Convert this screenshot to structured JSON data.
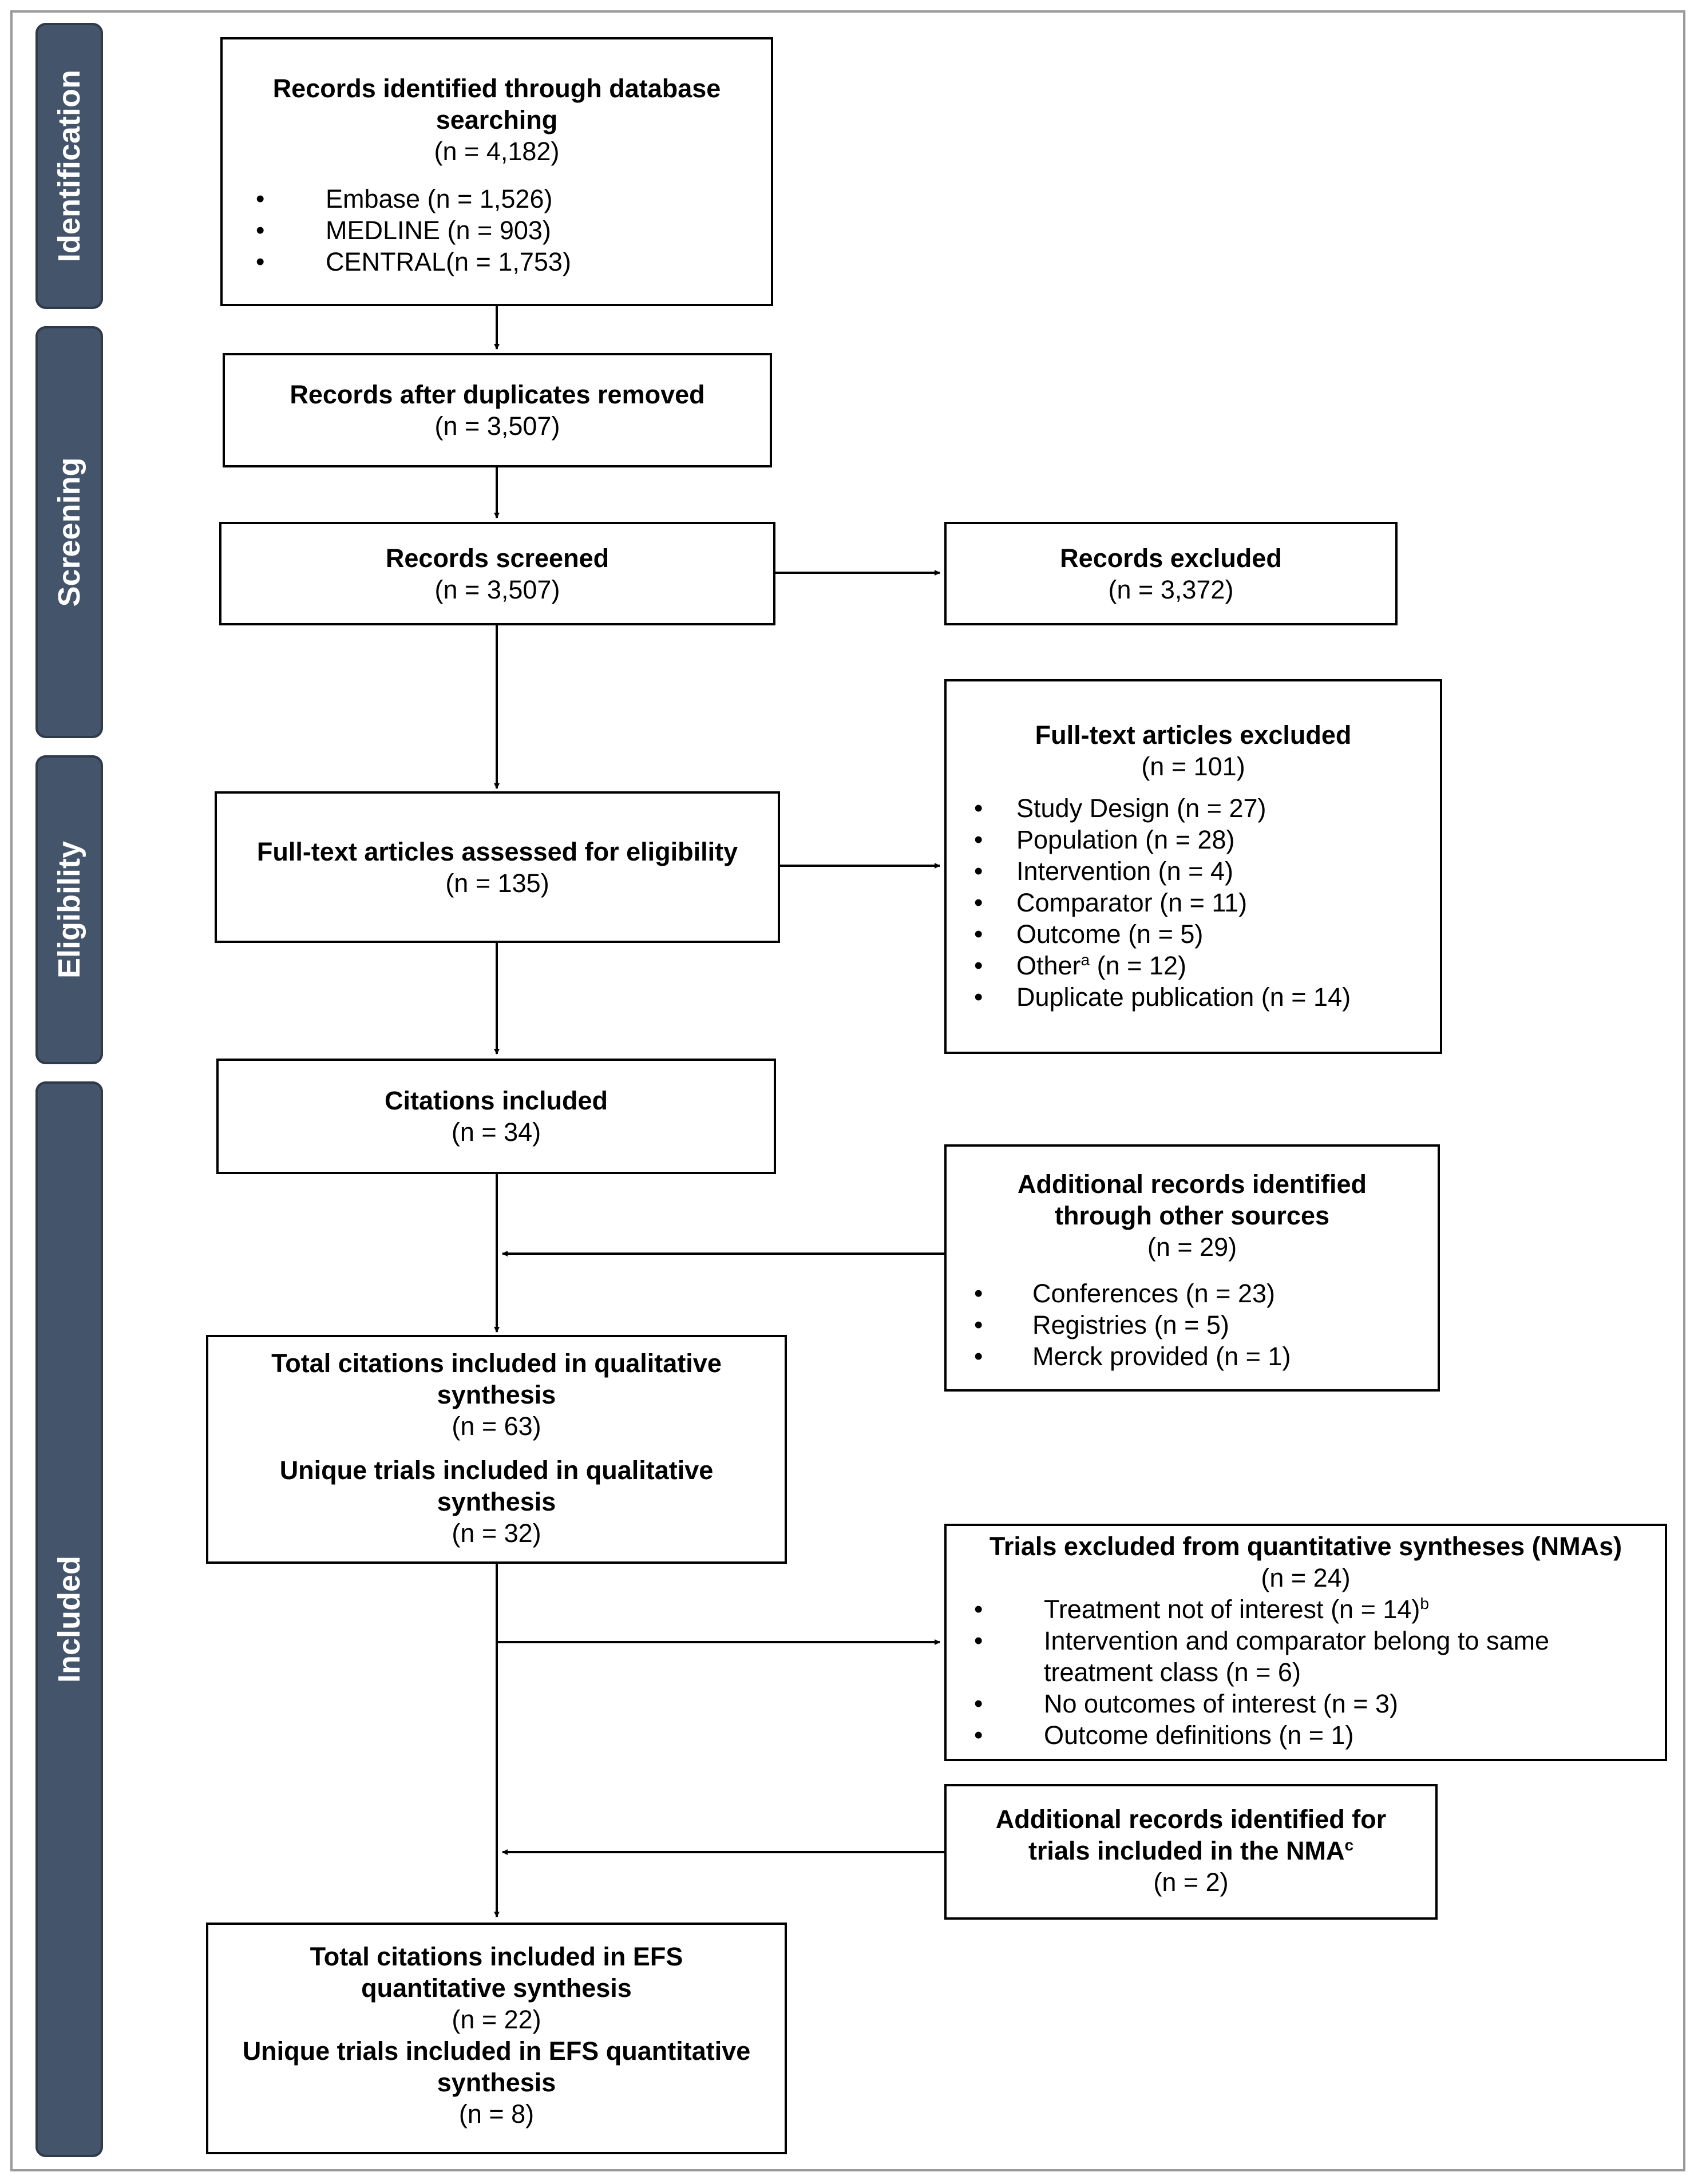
{
  "phases": {
    "identification": "Identification",
    "screening": "Screening",
    "eligibility": "Eligibility",
    "included": "Included"
  },
  "identified": {
    "title": "Records identified through database searching",
    "n": "(n = 4,182)",
    "items": [
      "Embase (n = 1,526)",
      "MEDLINE (n = 903)",
      "CENTRAL(n = 1,753)"
    ]
  },
  "deduplicated": {
    "title": "Records after duplicates removed",
    "n": "(n = 3,507)"
  },
  "screened": {
    "title": "Records screened",
    "n": "(n = 3,507)"
  },
  "excluded_records": {
    "title": "Records excluded",
    "n": "(n = 3,372)"
  },
  "fulltext_assessed": {
    "title": "Full-text articles assessed for eligibility",
    "n": "(n = 135)"
  },
  "fulltext_excluded": {
    "title": "Full-text articles excluded",
    "n": "(n = 101)",
    "items": [
      "Study Design (n = 27)",
      "Population (n = 28)",
      "Intervention (n = 4)",
      "Comparator (n = 11)",
      "Outcome (n = 5)"
    ],
    "other_label": "Other",
    "other_sup": "a",
    "other_n": " (n = 12)",
    "last_item": "Duplicate publication (n = 14)"
  },
  "citations_included": {
    "title": "Citations included",
    "n": "(n = 34)"
  },
  "additional_other": {
    "title": "Additional records identified through other sources",
    "n": "(n = 29)",
    "items": [
      "Conferences (n = 23)",
      "Registries (n = 5)",
      "Merck provided (n = 1)"
    ]
  },
  "qualitative": {
    "title1": "Total citations included in qualitative synthesis",
    "n1": "(n = 63)",
    "title2": "Unique trials included in qualitative synthesis",
    "n2": "(n = 32)"
  },
  "trials_excluded": {
    "title": "Trials excluded from quantitative syntheses (NMAs)",
    "n": "(n = 24)",
    "item1": "Treatment not of interest (n = 14)",
    "item1_sup": "b",
    "items": [
      "Intervention and comparator belong to same treatment class (n = 6)",
      "No outcomes of interest (n = 3)",
      "Outcome definitions (n = 1)"
    ]
  },
  "additional_nma": {
    "title": "Additional records identified for trials included in the NMA",
    "title_sup": "c",
    "n": "(n = 2)"
  },
  "efs": {
    "title1": "Total citations included in EFS quantitative synthesis",
    "n1": "(n = 22)",
    "title2": "Unique trials included in EFS quantitative synthesis",
    "n2": "(n = 8)"
  },
  "colors": {
    "phase_fill": "#44546a",
    "border": "#000000",
    "frame": "#9a9a9a"
  }
}
